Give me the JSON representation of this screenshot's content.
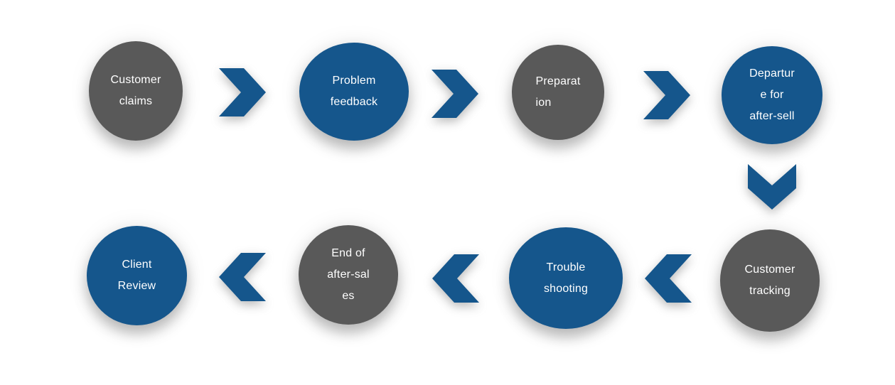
{
  "diagram": {
    "type": "process-flow",
    "colors": {
      "node_gray": "#595959",
      "node_blue": "#15568C",
      "chevron_blue": "#15568C",
      "text": "#FFFFFF",
      "background": "#FFFFFF"
    },
    "nodes": [
      {
        "id": "customer-claims",
        "lines": [
          "Customer",
          "claims"
        ],
        "color": "gray",
        "align": "center"
      },
      {
        "id": "problem-feedback",
        "lines": [
          "Problem",
          "feedback"
        ],
        "color": "blue",
        "align": "center"
      },
      {
        "id": "preparation",
        "lines": [
          "Preparat",
          "ion"
        ],
        "color": "gray",
        "align": "left"
      },
      {
        "id": "departure-for-after-sell",
        "lines": [
          "Departur",
          "e for",
          "after-sell"
        ],
        "color": "blue",
        "align": "center"
      },
      {
        "id": "customer-tracking",
        "lines": [
          "Customer",
          "tracking"
        ],
        "color": "gray",
        "align": "center"
      },
      {
        "id": "trouble-shooting",
        "lines": [
          "Trouble",
          "shooting"
        ],
        "color": "blue",
        "align": "center"
      },
      {
        "id": "end-of-after-sales",
        "lines": [
          "End of",
          "after-sal",
          "es"
        ],
        "color": "gray",
        "align": "center"
      },
      {
        "id": "client-review",
        "lines": [
          "Client",
          "Review"
        ],
        "color": "blue",
        "align": "center"
      }
    ],
    "connectors": [
      {
        "from": "customer-claims",
        "to": "problem-feedback",
        "direction": "right"
      },
      {
        "from": "problem-feedback",
        "to": "preparation",
        "direction": "right"
      },
      {
        "from": "preparation",
        "to": "departure-for-after-sell",
        "direction": "right"
      },
      {
        "from": "departure-for-after-sell",
        "to": "customer-tracking",
        "direction": "down"
      },
      {
        "from": "customer-tracking",
        "to": "trouble-shooting",
        "direction": "left"
      },
      {
        "from": "trouble-shooting",
        "to": "end-of-after-sales",
        "direction": "left"
      },
      {
        "from": "end-of-after-sales",
        "to": "client-review",
        "direction": "left"
      }
    ]
  }
}
